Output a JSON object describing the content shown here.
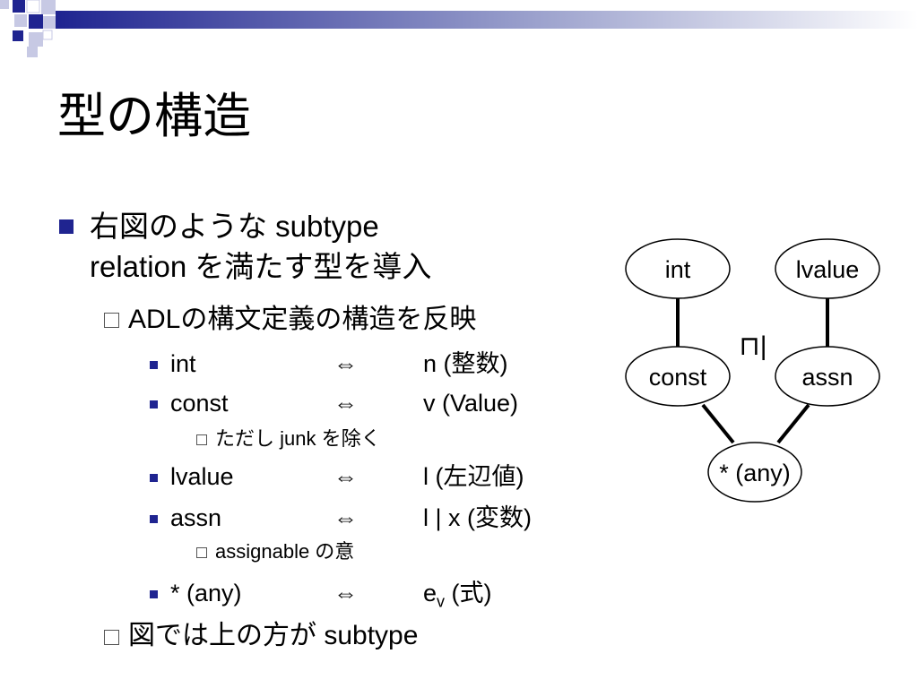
{
  "slide": {
    "title": "型の構造",
    "bullet1": {
      "line1": "右図のような subtype",
      "line2": "relation を満たす型を導入"
    },
    "sub1": "ADLの構文定義の構造を反映",
    "rows": [
      {
        "left": "int",
        "arrow": "⇔",
        "right": "n (整数)"
      },
      {
        "left": "const",
        "arrow": "⇔",
        "right": "v (Value)"
      },
      {
        "left": "lvalue",
        "arrow": "⇔",
        "right": "l (左辺値)"
      },
      {
        "left": "assn",
        "arrow": "⇔",
        "right": "l | x (変数)"
      },
      {
        "left": "* (any)",
        "arrow": "⇔",
        "right_base": "e",
        "right_sub": "v",
        "right_tail": " (式)"
      }
    ],
    "notes": {
      "const": "ただし junk を除く",
      "assn": "assignable の意"
    },
    "sub2": "図では上の方が subtype"
  },
  "diagram": {
    "nodes": {
      "int": "int",
      "lvalue": "lvalue",
      "const": "const",
      "assn": "assn",
      "any": "* (any)"
    },
    "relation_symbol": "⊓|"
  },
  "colors": {
    "bullet": "#1f2490",
    "header_gradient_start": "#1f2490",
    "header_gradient_end": "#ffffff"
  }
}
